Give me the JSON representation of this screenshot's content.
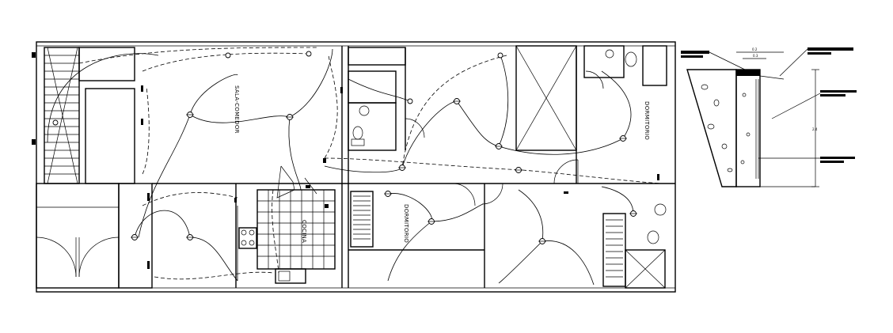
{
  "rooms": {
    "sala_comedor": "SALA-COMEDOR",
    "dormitorio_1": "DORMITORIO",
    "dormitorio_2": "DORMITORIO",
    "cocina": "COCINA"
  },
  "detail": {
    "dim_top": "0.2",
    "dim_inner": "0.3",
    "dim_height": "2.4"
  },
  "colors": {
    "background": "#ffffff",
    "ink": "#000000"
  }
}
